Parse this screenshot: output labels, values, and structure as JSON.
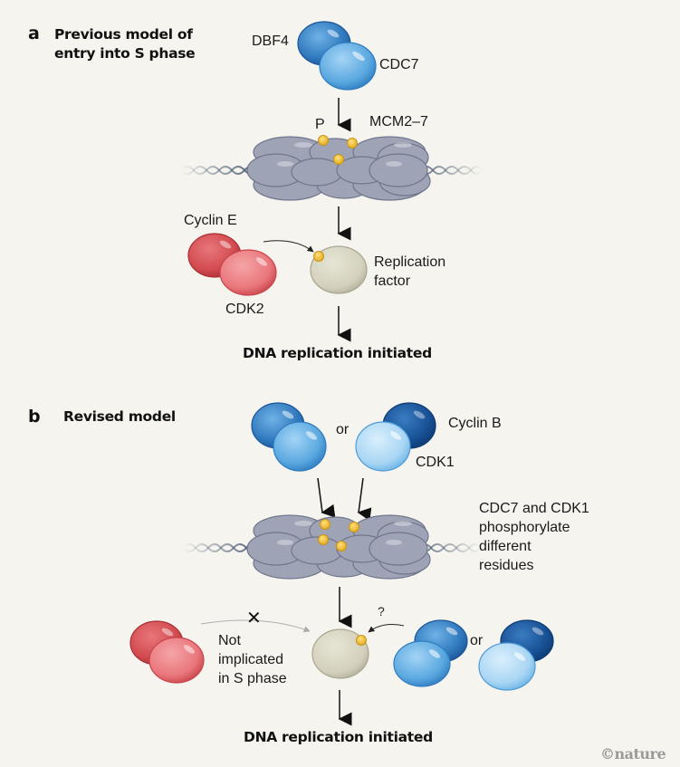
{
  "panel_a": {
    "letter": "a",
    "title_line1": "Previous model of",
    "title_line2": "entry into S phase",
    "labels": {
      "dbf4": "DBF4",
      "cdc7": "CDC7",
      "phosphate": "P",
      "mcm": "MCM2–7",
      "cyclin_e": "Cyclin E",
      "cdk2": "CDK2",
      "replication_factor_line1": "Replication",
      "replication_factor_line2": "factor"
    },
    "outcome": "DNA replication initiated"
  },
  "panel_b": {
    "letter": "b",
    "title": "Revised model",
    "labels": {
      "or_top": "or",
      "cyclin_b": "Cyclin B",
      "cdk1": "CDK1",
      "note_line1": "CDC7 and CDK1",
      "note_line2": "phosphorylate",
      "note_line3": "different",
      "note_line4": "residues",
      "blocked_mark": "✕",
      "not_implicated_line1": "Not",
      "not_implicated_line2": "implicated",
      "not_implicated_line3": "in S phase",
      "question": "?",
      "or_bottom": "or"
    },
    "outcome": "DNA replication initiated"
  },
  "credit": "©nature",
  "colors": {
    "background": "#f6f4ee",
    "dbf4_blue": "#2f78bd",
    "cdc7_blue": "#5aa8e0",
    "cyclin_b_navy": "#174f93",
    "cdk1_light_blue": "#a9d6f4",
    "cyclin_e_red": "#d24a4f",
    "cdk2_pink": "#e9777c",
    "mcm_gray": "#9ea4b6",
    "replication_factor": "#d3d1bd",
    "phosphate_yellow": "#f0be2e",
    "dna": "#4a5a73"
  }
}
